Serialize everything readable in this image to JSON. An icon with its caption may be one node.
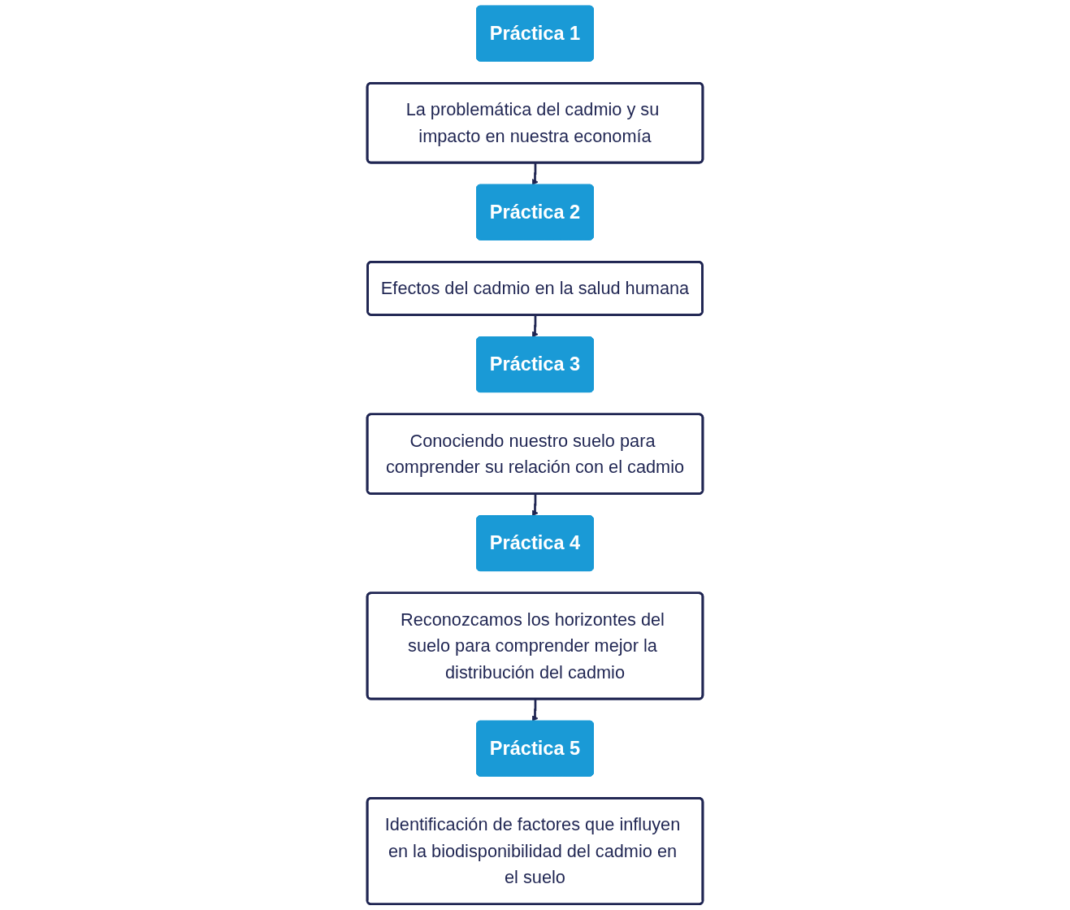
{
  "diagram": {
    "nodes": [
      {
        "text": [
          "Práctica 1"
        ]
      },
      {
        "text": [
          "La problemática del cadmio y su impacto en nuestra economía"
        ]
      },
      {
        "text": [
          "Práctica 2"
        ]
      },
      {
        "text": [
          "Efectos del cadmio en la salud humana"
        ]
      },
      {
        "text": [
          "Práctica 3"
        ]
      },
      {
        "text": [
          "Conociendo nuestro suelo para comprender su relación con el cadmio"
        ]
      },
      {
        "text": [
          "Práctica 4"
        ]
      },
      {
        "text": [
          "Reconozcamos los horizontes del suelo para comprender mejor la distribución del cadmio"
        ]
      },
      {
        "text": [
          "Práctica 5"
        ]
      },
      {
        "text": [
          "Identificación de factores que influyen en la biodisponibilidad del cadmio en el suelo"
        ]
      }
    ],
    "edges": [
      {
        "from": 1,
        "to": 2,
        "arrow": "to"
      },
      {
        "from": 3,
        "to": 4,
        "arrow": "to"
      },
      {
        "from": 5,
        "to": 6,
        "arrow": "to"
      },
      {
        "from": 7,
        "to": 8,
        "arrow": "to"
      }
    ]
  }
}
